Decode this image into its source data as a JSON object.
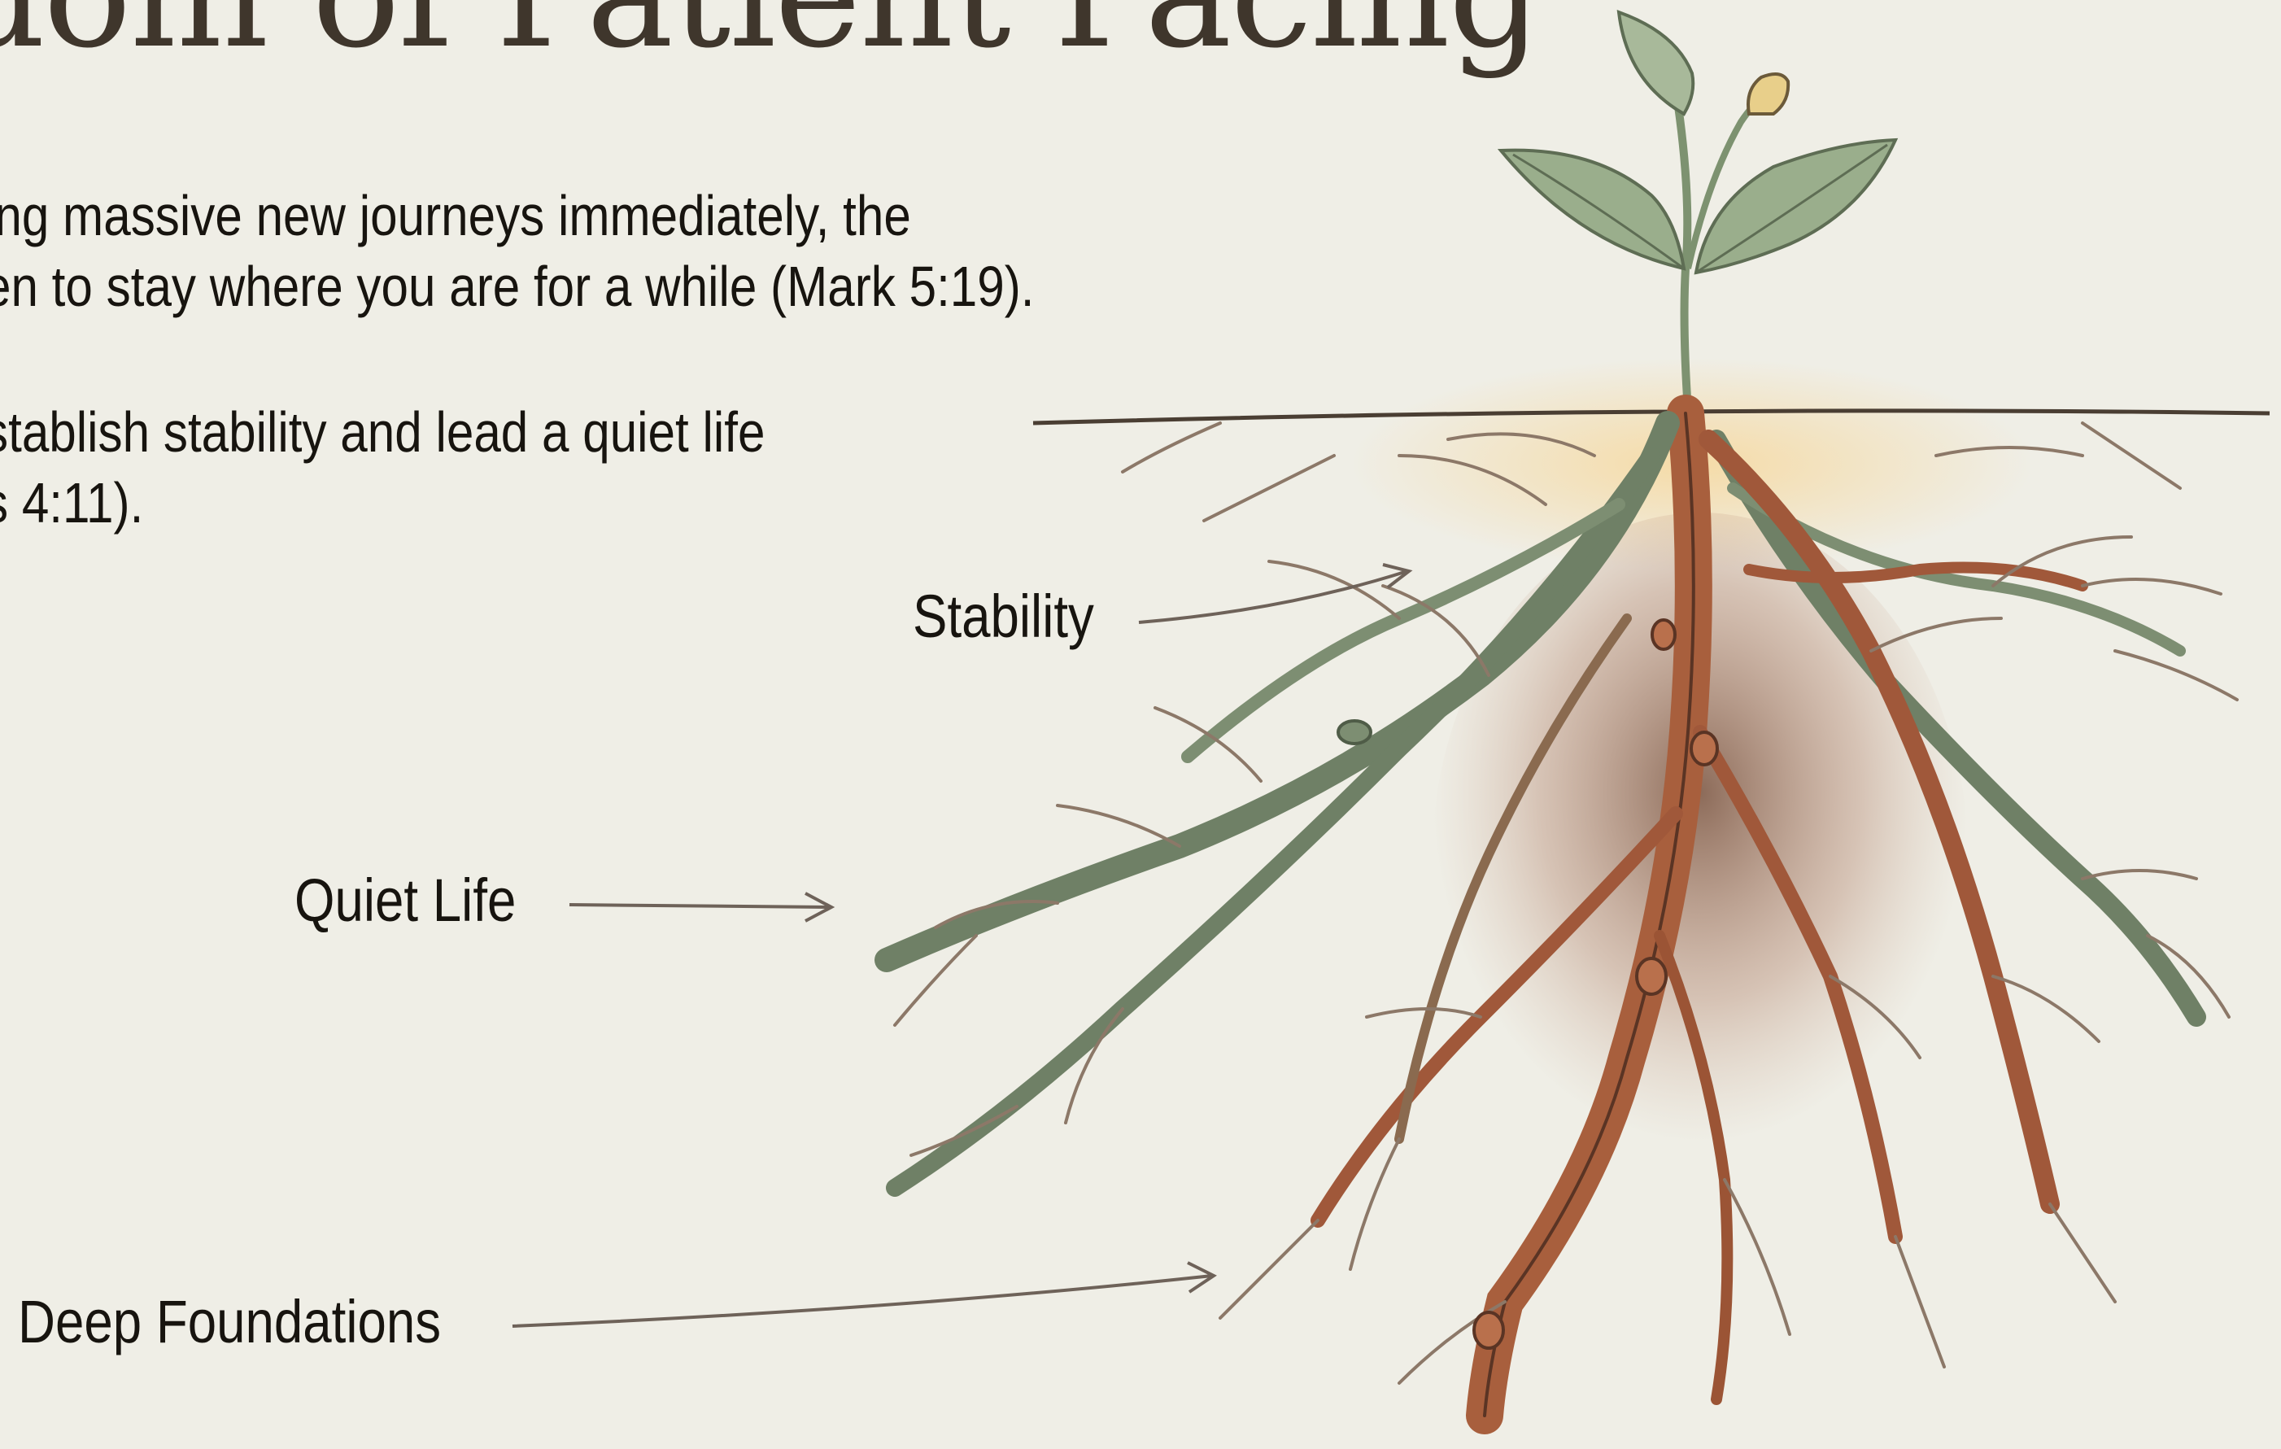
{
  "slide": {
    "title": "dom of Patient Pacing",
    "paragraphs": [
      {
        "lines": [
          "ing massive new journeys immediately, the",
          "en to stay where you are for a while (Mark 5:19)."
        ]
      },
      {
        "lines": [
          "stablish stability and lead a quiet life",
          "s 4:11)."
        ]
      }
    ],
    "labels": {
      "stability": "Stability",
      "quiet_life": "Quiet Life",
      "deep_foundations": "Deep Foundations"
    }
  },
  "colors": {
    "background": "#efeee6",
    "title": "#3f362c",
    "text": "#17140f",
    "leaf": "#9aae8c",
    "green_root": "#6f8066",
    "brown_root": "#a85f3d",
    "glow": "#f6d9a0"
  },
  "icons": [
    "sprout-icon",
    "roots-illustration"
  ]
}
